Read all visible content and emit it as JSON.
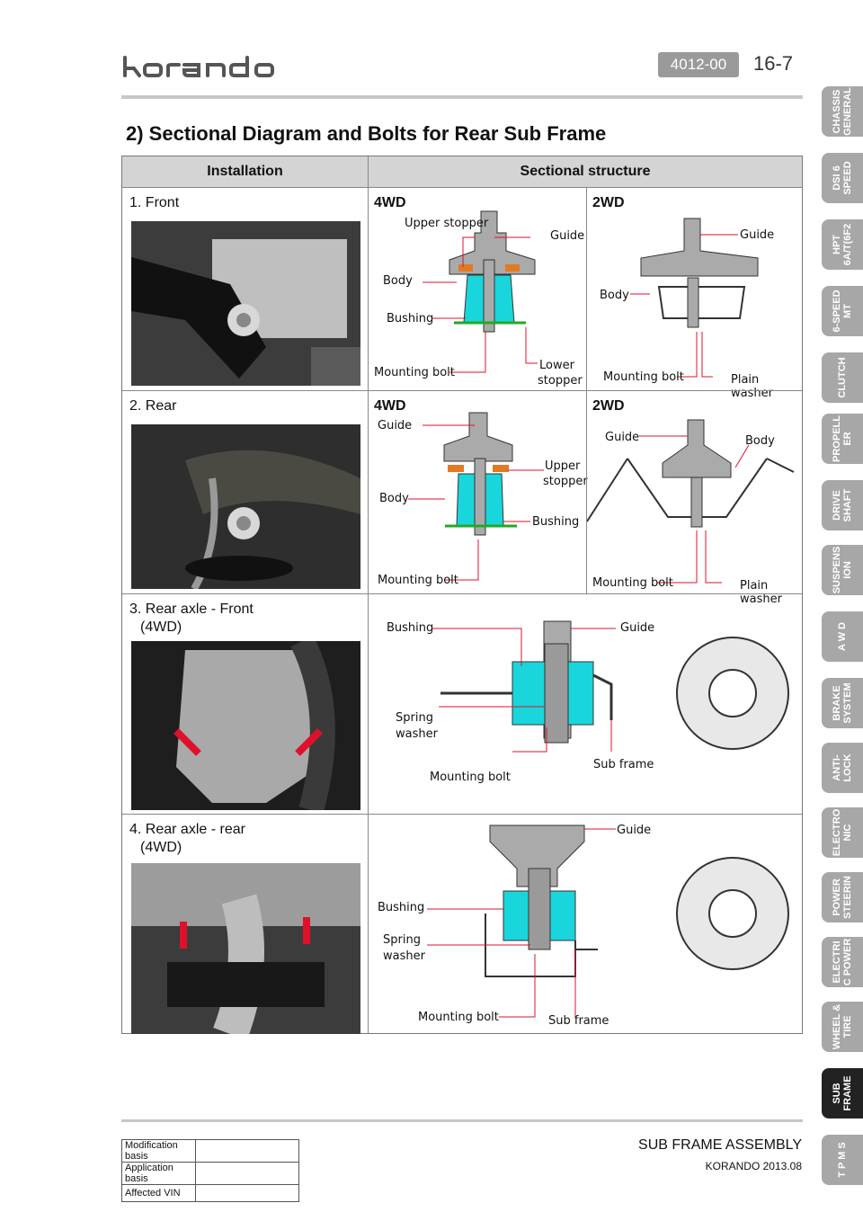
{
  "header": {
    "code": "4012-00",
    "page": "16-7"
  },
  "title": "2) Sectional Diagram and Bolts for Rear Sub Frame",
  "table": {
    "col_install": "Installation",
    "col_section": "Sectional structure",
    "rows": [
      {
        "label": "1. Front",
        "left": {
          "wd": "4WD",
          "labels": [
            "Upper stopper",
            "Guide",
            "Body",
            "Bushing",
            "Mounting bolt",
            "Lower",
            "stopper"
          ]
        },
        "right": {
          "wd": "2WD",
          "labels": [
            "Guide",
            "Body",
            "Mounting bolt",
            "Plain washer"
          ]
        }
      },
      {
        "label": "2. Rear",
        "left": {
          "wd": "4WD",
          "labels": [
            "Guide",
            "Upper",
            "stopper",
            "Body",
            "Bushing",
            "Mounting bolt"
          ]
        },
        "right": {
          "wd": "2WD",
          "labels": [
            "Guide",
            "Body",
            "Mounting bolt",
            "Plain washer"
          ]
        }
      },
      {
        "label1": "3. Rear axle - Front",
        "label2": "(4WD)",
        "labels": [
          "Bushing",
          "Guide",
          "Spring",
          "washer",
          "Mounting bolt",
          "Sub frame"
        ]
      },
      {
        "label1": "4. Rear axle - rear",
        "label2": "(4WD)",
        "labels": [
          "Guide",
          "Bushing",
          "Spring",
          "washer",
          "Mounting bolt",
          "Sub frame"
        ]
      }
    ]
  },
  "side_tabs": [
    "CHASSIS\nGENERAL",
    "DSI 6\nSPEED",
    "HPT\n6A/T(6F2",
    "6-SPEED\nMT",
    "CLUTCH",
    "PROPELL\nER",
    "DRIVE\nSHAFT",
    "SUSPENS\nION",
    "A W D",
    "BRAKE\nSYSTEM",
    "ANTI-\nLOCK",
    "ELECTRO\nNIC",
    "POWER\nSTEERIN",
    "ELECTRI\nC POWER",
    "WHEEL &\nTIRE",
    "SUB\nFRAME",
    "T P M S"
  ],
  "active_tab_index": 15,
  "footer": {
    "title": "SUB FRAME ASSEMBLY",
    "sub": "KORANDO 2013.08",
    "mod_rows": [
      "Modification basis",
      "Application basis",
      "Affected VIN"
    ]
  },
  "colors": {
    "bushing": "#19d6dc",
    "stopper": "#e27a22",
    "leader": "#e0102a",
    "hatch": "#9a9a9a"
  }
}
